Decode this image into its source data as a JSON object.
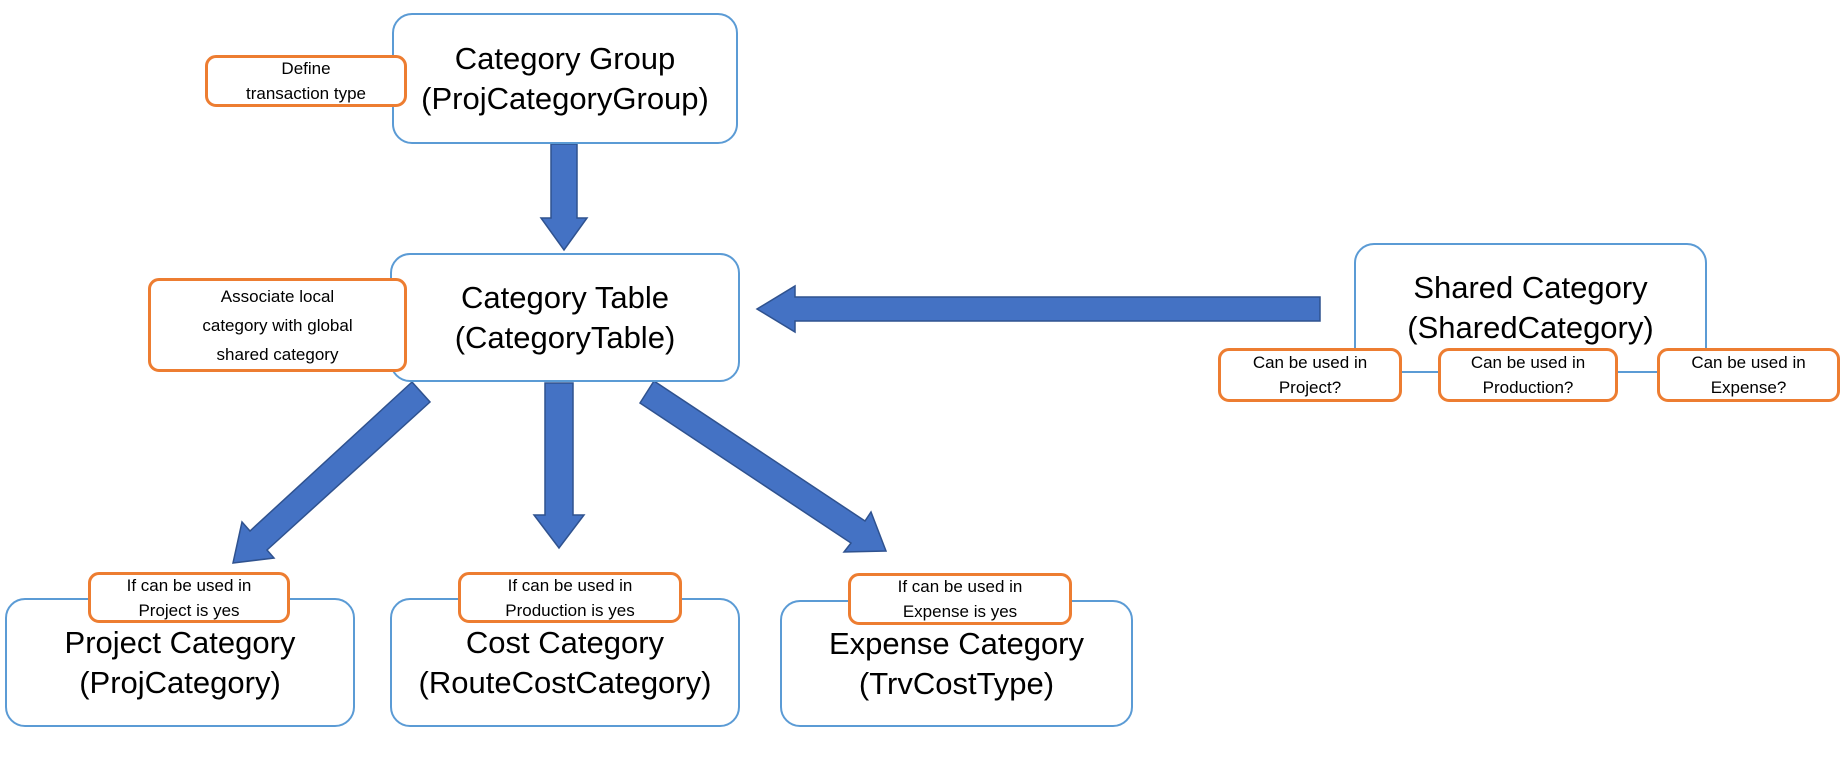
{
  "colors": {
    "background": "#FFFFFF",
    "text": "#000000",
    "node_border": "#5B9BD5",
    "callout_border": "#ED7D31",
    "arrow_fill": "#4472C4",
    "arrow_stroke": "#2F528F"
  },
  "nodes": {
    "category_group": {
      "title": "Category Group",
      "code": "(ProjCategoryGroup)"
    },
    "category_table": {
      "title": "Category Table",
      "code": "(CategoryTable)"
    },
    "shared_category": {
      "title": "Shared Category",
      "code": "(SharedCategory)"
    },
    "project_category": {
      "title": "Project Category",
      "code": "(ProjCategory)"
    },
    "cost_category": {
      "title": "Cost Category",
      "code": "(RouteCostCategory)"
    },
    "expense_category": {
      "title": "Expense Category",
      "code": "(TrvCostType)"
    }
  },
  "callouts": {
    "define_transaction_type": {
      "lines": [
        "Define",
        "transaction type"
      ]
    },
    "associate_local": {
      "lines": [
        "Associate local",
        "category with global",
        "shared category"
      ]
    },
    "can_project": {
      "lines": [
        "Can be used in",
        "Project?"
      ]
    },
    "can_production": {
      "lines": [
        "Can be used in",
        "Production?"
      ]
    },
    "can_expense": {
      "lines": [
        "Can be used in",
        "Expense?"
      ]
    },
    "if_project": {
      "lines": [
        "If can be used in",
        "Project is yes"
      ]
    },
    "if_production": {
      "lines": [
        "If can be used in",
        "Production is yes"
      ]
    },
    "if_expense": {
      "lines": [
        "If can be used in",
        "Expense is yes"
      ]
    }
  }
}
